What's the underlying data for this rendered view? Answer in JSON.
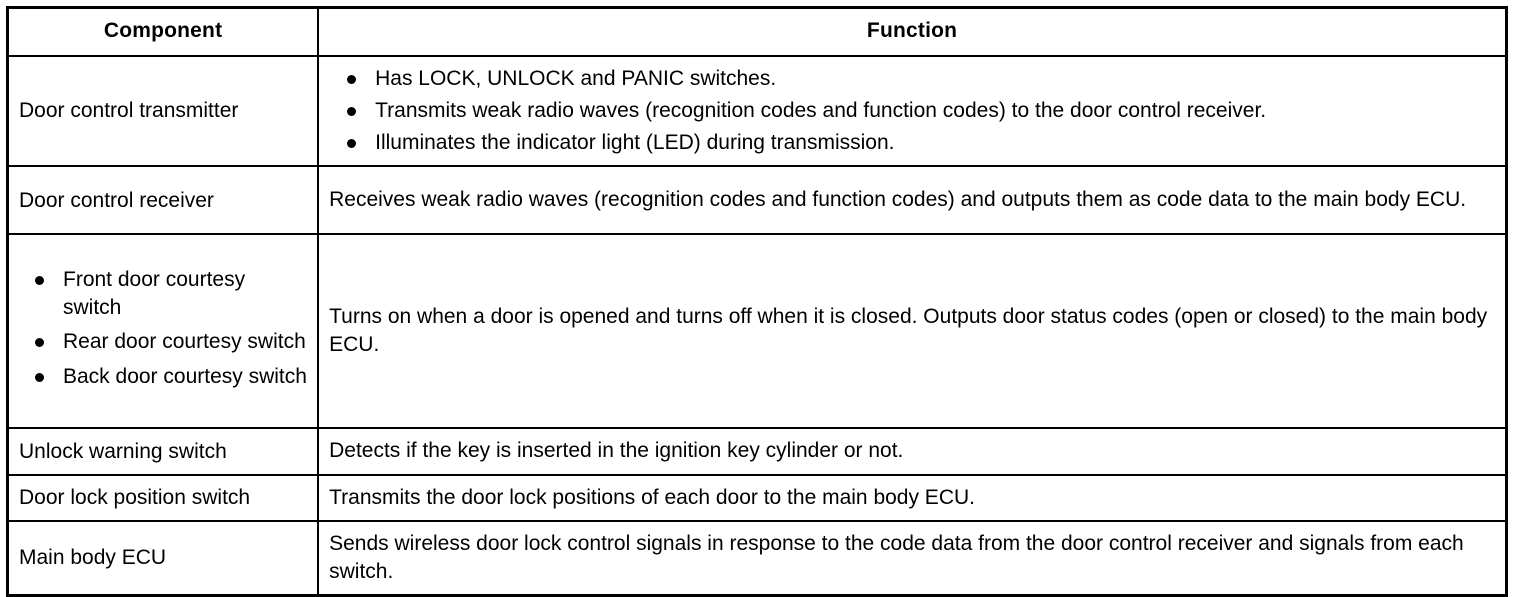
{
  "table": {
    "headers": {
      "component": "Component",
      "function": "Function"
    },
    "rows": [
      {
        "component_text": "Door control transmitter",
        "component_bullets": [],
        "function_bullets": [
          "Has LOCK, UNLOCK and PANIC switches.",
          "Transmits weak radio waves (recognition codes and function codes) to the door control receiver.",
          "Illuminates the indicator light (LED) during transmission."
        ],
        "function_text": ""
      },
      {
        "component_text": "Door control receiver",
        "component_bullets": [],
        "function_bullets": [],
        "function_text": "Receives weak radio waves (recognition codes and function codes) and outputs them as code data to the main body ECU."
      },
      {
        "component_text": "",
        "component_bullets": [
          "Front door courtesy switch",
          "Rear door courtesy switch",
          "Back door courtesy switch"
        ],
        "function_bullets": [],
        "function_text": "Turns on when a door is opened and turns off when it is closed. Outputs door status codes (open or closed) to the main body ECU."
      },
      {
        "component_text": "Unlock warning switch",
        "component_bullets": [],
        "function_bullets": [],
        "function_text": "Detects if the key is inserted in the ignition key cylinder or not."
      },
      {
        "component_text": "Door lock position switch",
        "component_bullets": [],
        "function_bullets": [],
        "function_text": "Transmits the door lock positions of each door to the main body ECU."
      },
      {
        "component_text": "Main body ECU",
        "component_bullets": [],
        "function_bullets": [],
        "function_text": "Sends wireless door lock control signals in response to the code data from the door control receiver and signals from each switch."
      }
    ]
  },
  "colors": {
    "border": "#000000",
    "background": "#ffffff",
    "text": "#000000"
  }
}
